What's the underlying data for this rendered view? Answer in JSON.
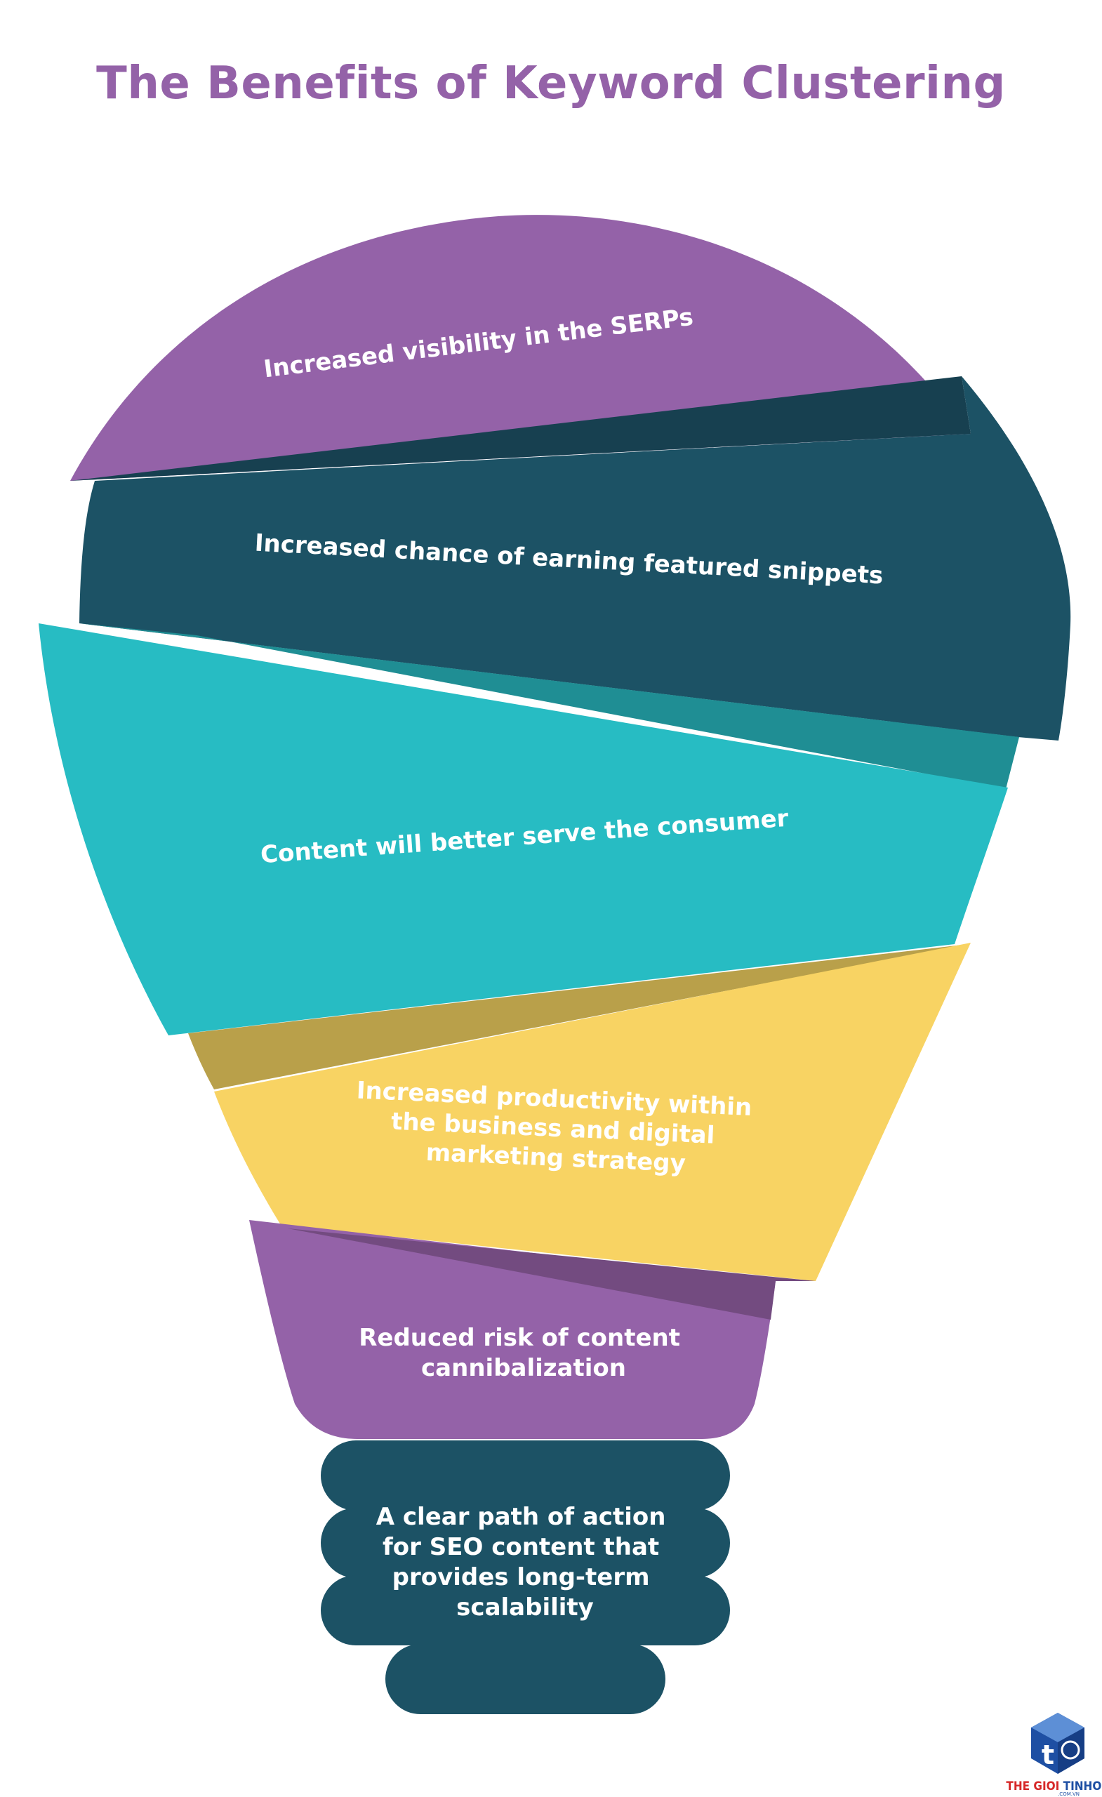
{
  "title": "The Benefits of Keyword Clustering",
  "colors": {
    "title": "#9462A8",
    "purple": "#9462A8",
    "navy": "#1C5265",
    "teal": "#27BCC3",
    "yellow": "#F8D363",
    "shadow_navy": "#174050",
    "shadow_teal": "#1F8E94",
    "shadow_yellow": "#B9A04A",
    "shadow_purple": "#734B80",
    "white": "#FFFFFF"
  },
  "segments": [
    {
      "id": "visibility",
      "lines": [
        "Increased visibility in the SERPs"
      ]
    },
    {
      "id": "snippets",
      "lines": [
        "Increased chance of earning featured snippets"
      ]
    },
    {
      "id": "consumer",
      "lines": [
        "Content will better serve the consumer"
      ]
    },
    {
      "id": "productivity",
      "lines": [
        "Increased productivity within",
        "the business and digital",
        "marketing strategy"
      ]
    },
    {
      "id": "cannibalization",
      "lines": [
        "Reduced risk of content",
        "cannibalization"
      ]
    },
    {
      "id": "scalability",
      "lines": [
        "A clear path of action",
        "for SEO content that",
        "provides long-term",
        "scalability"
      ]
    }
  ],
  "brand": {
    "icon": "cube-logo-icon",
    "name_part1": "THE GIOI ",
    "name_part2": "TINHOC",
    "name_part3": ".COM.VN"
  }
}
